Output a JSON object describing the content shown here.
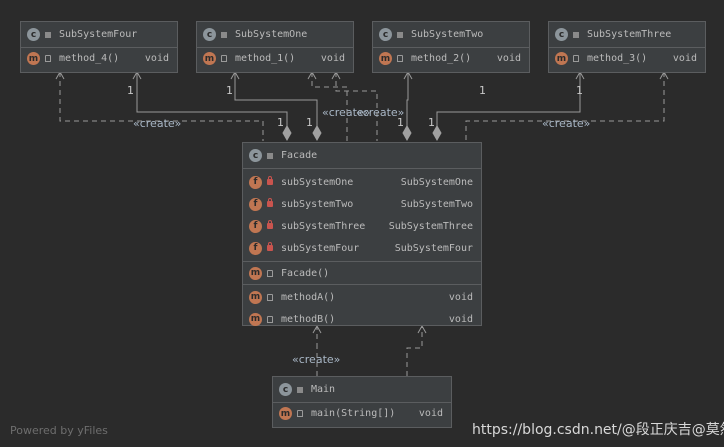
{
  "classes": {
    "four": {
      "name": "SubSystemFour",
      "method": "method_4()",
      "ret": "void"
    },
    "one": {
      "name": "SubSystemOne",
      "method": "method_1()",
      "ret": "void"
    },
    "two": {
      "name": "SubSystemTwo",
      "method": "method_2()",
      "ret": "void"
    },
    "three": {
      "name": "SubSystemThree",
      "method": "method_3()",
      "ret": "void"
    },
    "facade": {
      "name": "Facade",
      "fields": [
        {
          "name": "subSystemOne",
          "type": "SubSystemOne"
        },
        {
          "name": "subSystemTwo",
          "type": "SubSystemTwo"
        },
        {
          "name": "subSystemThree",
          "type": "SubSystemThree"
        },
        {
          "name": "subSystemFour",
          "type": "SubSystemFour"
        }
      ],
      "constructor": "Facade()",
      "methods": [
        {
          "name": "methodA()",
          "ret": "void"
        },
        {
          "name": "methodB()",
          "ret": "void"
        }
      ]
    },
    "main": {
      "name": "Main",
      "method": "main(String[])",
      "ret": "void"
    }
  },
  "badges": {
    "class": "c",
    "method": "m",
    "field": "f"
  },
  "edge_labels": {
    "create_left": "«create»",
    "create_mid_a": "«create»",
    "create_mid_b": "«create»",
    "create_right": "«create»",
    "create_main": "«create»"
  },
  "multiplicities": [
    "1",
    "1",
    "1",
    "1",
    "1",
    "1",
    "1",
    "1"
  ],
  "footer": {
    "powered": "Powered by yFiles",
    "watermark": "https://blog.csdn.net/@段正庆吉@莫然"
  },
  "colors": {
    "background": "#2b2b2b",
    "box": "#3c3f41",
    "border": "#5b5d5f",
    "text": "#bbbbbb",
    "edge": "#9a9a9a"
  }
}
